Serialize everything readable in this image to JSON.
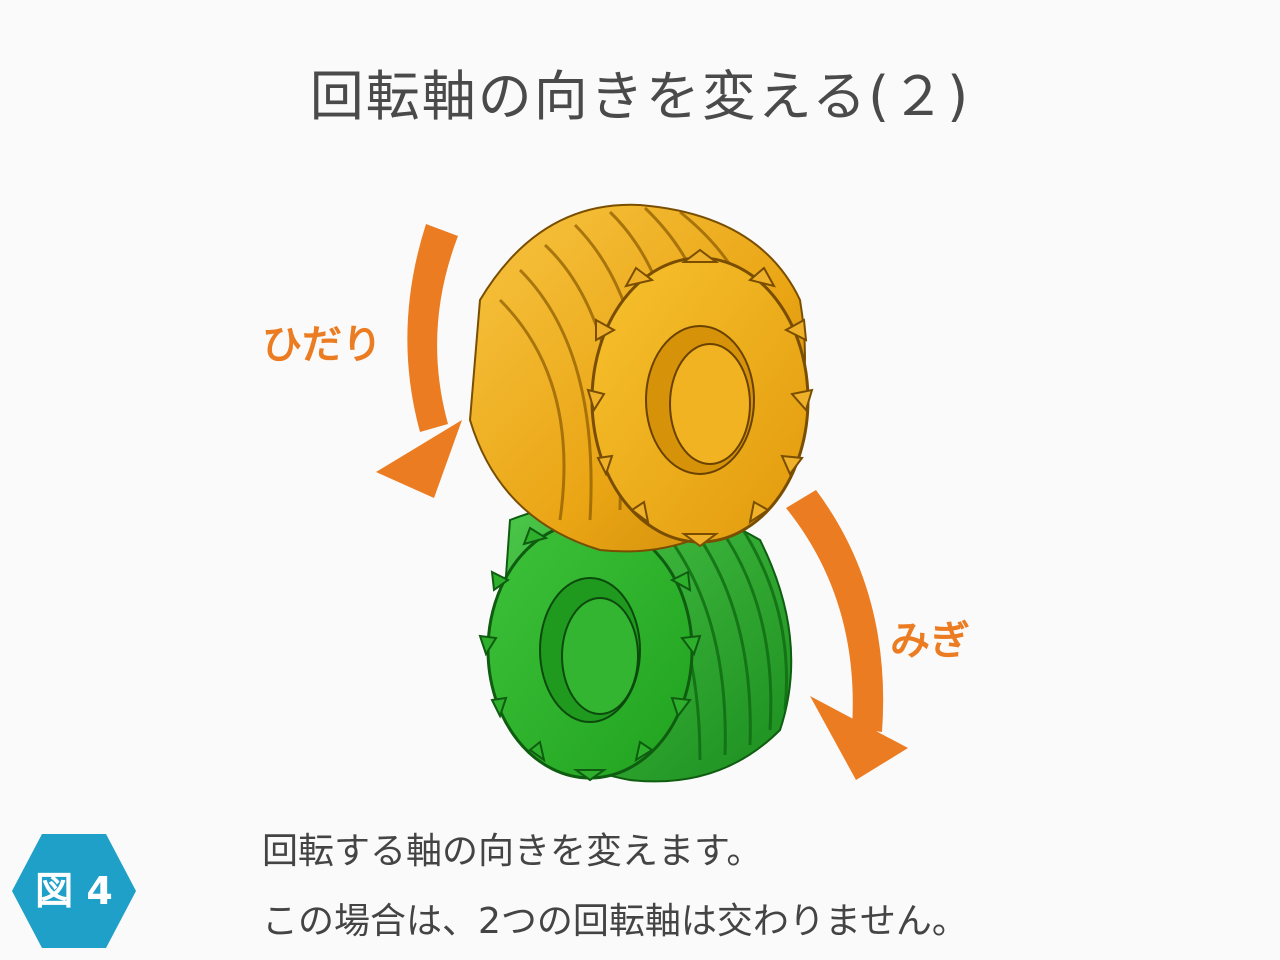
{
  "title": "回転軸の向きを変える(２)",
  "labels": {
    "left_direction": "ひだり",
    "right_direction": "みぎ"
  },
  "caption": {
    "line1": "回転する軸の向きを変えます。",
    "line2": "この場合は、2つの回転軸は交わりません。"
  },
  "figure_badge": "図 4",
  "colors": {
    "arrow": "#ec7c22",
    "upper_gear": "#f0a820",
    "lower_gear": "#2aa62a",
    "badge": "#1ea0c8"
  },
  "icons": {
    "upper": "helical-gear-icon",
    "lower": "helical-gear-icon",
    "arrow": "curved-arrow-icon"
  }
}
